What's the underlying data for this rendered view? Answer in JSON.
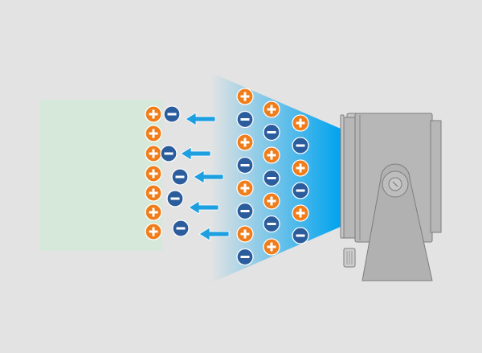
{
  "colors": {
    "background": "#e3e3e3",
    "target_surface": "#d5e8d9",
    "positive_ion": "#f07d1a",
    "negative_ion": "#2b5c9c",
    "arrow": "#1e9fe0",
    "beam_far": "#e3e3e3",
    "beam_near": "#00a3ef",
    "device_body": "#b7b7b7",
    "device_outline": "#7d7d7d"
  },
  "icons": {
    "positive": "plus-sign",
    "negative": "minus-sign",
    "flow": "left-arrow"
  },
  "ions_near_surface": [
    {
      "charge": "positive",
      "row": 1
    },
    {
      "charge": "negative",
      "row": 1
    },
    {
      "charge": "positive",
      "row": 2
    },
    {
      "charge": "positive",
      "row": 3
    },
    {
      "charge": "negative",
      "row": 3
    },
    {
      "charge": "positive",
      "row": 4
    },
    {
      "charge": "negative",
      "row": 4
    },
    {
      "charge": "positive",
      "row": 5
    },
    {
      "charge": "negative",
      "row": 5
    },
    {
      "charge": "positive",
      "row": 6
    },
    {
      "charge": "positive",
      "row": 7
    },
    {
      "charge": "negative",
      "row": 7
    }
  ],
  "beam_ion_columns": [
    [
      "positive",
      "negative",
      "positive",
      "negative",
      "positive",
      "negative",
      "positive",
      "negative"
    ],
    [
      "positive",
      "negative",
      "positive",
      "negative",
      "positive",
      "negative",
      "positive"
    ],
    [
      "positive",
      "negative",
      "positive",
      "negative",
      "positive",
      "negative"
    ]
  ],
  "arrow_count": 5
}
